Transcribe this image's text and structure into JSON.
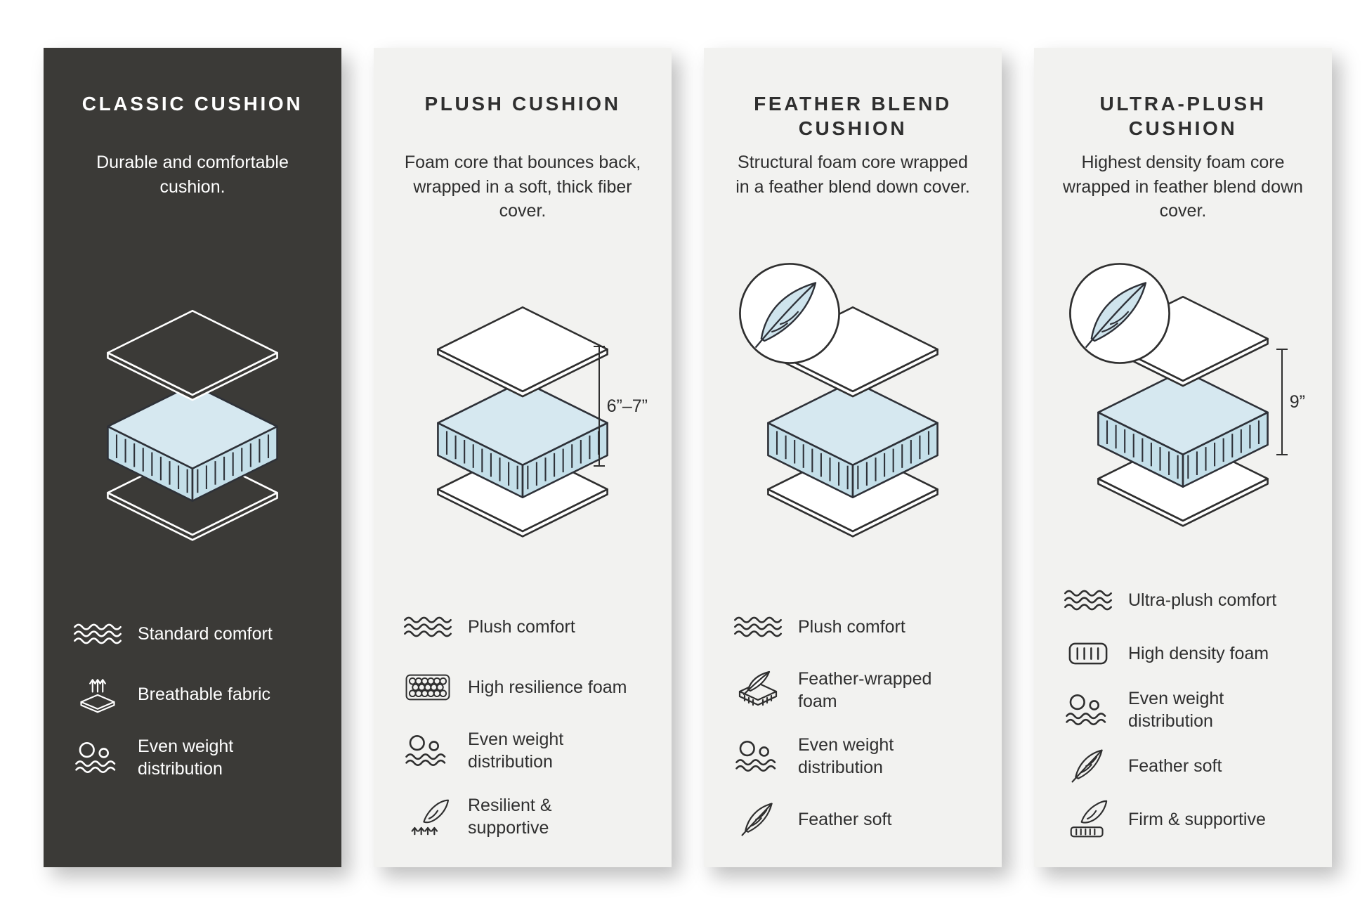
{
  "page": {
    "background": "#ffffff"
  },
  "colors": {
    "dark_card_bg": "#3b3a37",
    "light_card_bg": "#f2f2f0",
    "foam_blue_top": "#d6e8f0",
    "foam_blue_side": "#c4dfe9",
    "ink": "#2f2f2f"
  },
  "cards": [
    {
      "id": "classic",
      "theme": "dark",
      "title": "CLASSIC CUSHION",
      "description": "Durable and comfortable cushion.",
      "measurement": "",
      "features": [
        {
          "icon": "waves-icon",
          "label": "Standard comfort"
        },
        {
          "icon": "breathable-fabric-icon",
          "label": "Breathable fabric"
        },
        {
          "icon": "weight-distribution-icon",
          "label": "Even weight distribution"
        }
      ]
    },
    {
      "id": "plush",
      "theme": "light",
      "title": "PLUSH CUSHION",
      "description": "Foam core that bounces back, wrapped in a soft, thick fiber cover.",
      "measurement": "6”–7”",
      "features": [
        {
          "icon": "waves-icon",
          "label": "Plush comfort"
        },
        {
          "icon": "honeycomb-foam-icon",
          "label": "High resilience foam"
        },
        {
          "icon": "weight-distribution-icon",
          "label": "Even weight distribution"
        },
        {
          "icon": "hand-press-icon",
          "label": "Resilient & supportive"
        }
      ]
    },
    {
      "id": "feather-blend",
      "theme": "light",
      "title": "FEATHER BLEND CUSHION",
      "description": "Structural foam core wrapped in a feather blend down cover.",
      "measurement": "",
      "features": [
        {
          "icon": "waves-icon",
          "label": "Plush comfort"
        },
        {
          "icon": "feather-wrapped-foam-icon",
          "label": "Feather-wrapped foam"
        },
        {
          "icon": "weight-distribution-icon",
          "label": "Even weight distribution"
        },
        {
          "icon": "feather-icon",
          "label": "Feather soft"
        }
      ]
    },
    {
      "id": "ultra-plush",
      "theme": "light",
      "title": "ULTRA-PLUSH CUSHION",
      "description": "Highest density foam core wrapped in feather blend down cover.",
      "measurement": "9”",
      "features": [
        {
          "icon": "waves-icon",
          "label": "Ultra-plush comfort"
        },
        {
          "icon": "foam-block-icon",
          "label": "High density foam"
        },
        {
          "icon": "weight-distribution-icon",
          "label": "Even weight distribution"
        },
        {
          "icon": "feather-icon",
          "label": "Feather soft"
        },
        {
          "icon": "hand-press-slab-icon",
          "label": "Firm & supportive"
        }
      ]
    }
  ]
}
